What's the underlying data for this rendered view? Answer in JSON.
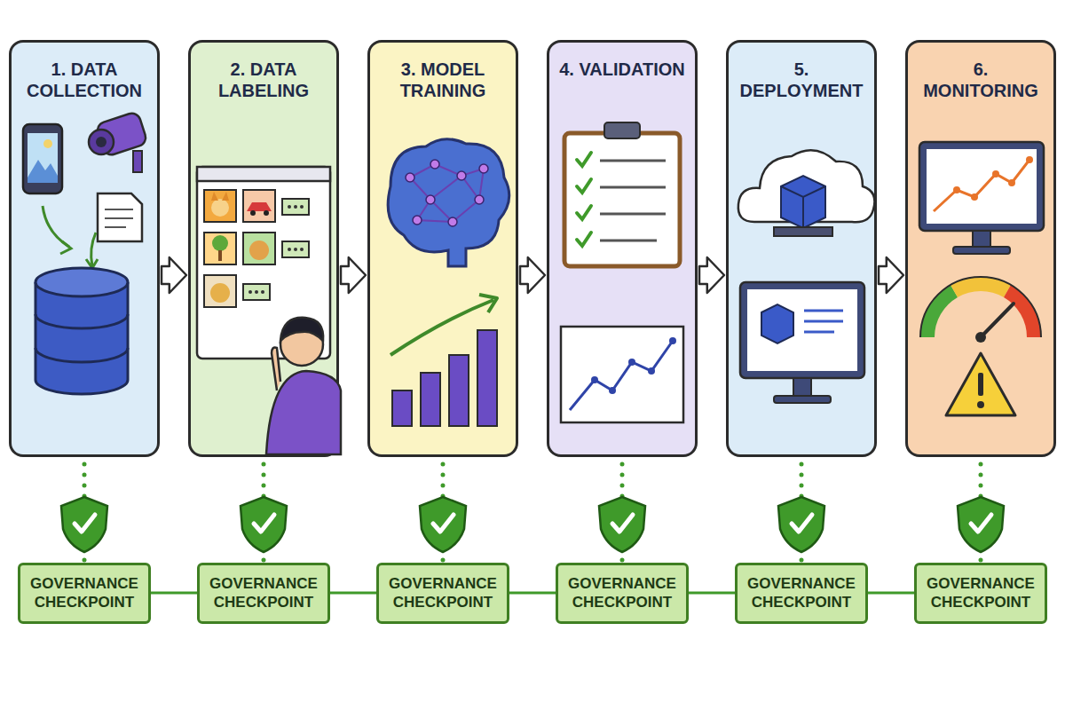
{
  "diagram": {
    "nodes": [
      {
        "text": [
          "1. DATA COLLECTION"
        ]
      },
      {
        "text": [
          "2. DATA LABELING"
        ]
      },
      {
        "text": [
          "3. MODEL TRAINING"
        ]
      },
      {
        "text": [
          "4. VALIDATION"
        ]
      },
      {
        "text": [
          "5. DEPLOYMENT"
        ]
      },
      {
        "text": [
          "6. MONITORING"
        ]
      },
      {
        "text": [
          "GOVERNANCE CHECKPOINT"
        ]
      },
      {
        "text": [
          "GOVERNANCE CHECKPOINT"
        ]
      },
      {
        "text": [
          "GOVERNANCE CHECKPOINT"
        ]
      },
      {
        "text": [
          "GOVERNANCE CHECKPOINT"
        ]
      },
      {
        "text": [
          "GOVERNANCE CHECKPOINT"
        ]
      },
      {
        "text": [
          "GOVERNANCE CHECKPOINT"
        ]
      }
    ],
    "edges": [
      {
        "from": 0,
        "to": 1,
        "arrow": "to"
      },
      {
        "from": 1,
        "to": 2,
        "arrow": "to"
      },
      {
        "from": 2,
        "to": 3,
        "arrow": "to"
      },
      {
        "from": 3,
        "to": 4,
        "arrow": "to"
      },
      {
        "from": 4,
        "to": 5,
        "arrow": "to"
      },
      {
        "from": 0,
        "to": 6,
        "arrow": "none"
      },
      {
        "from": 1,
        "to": 7,
        "arrow": "none"
      },
      {
        "from": 2,
        "to": 8,
        "arrow": "none"
      },
      {
        "from": 3,
        "to": 9,
        "arrow": "none"
      },
      {
        "from": 4,
        "to": 10,
        "arrow": "none"
      },
      {
        "from": 5,
        "to": 11,
        "arrow": "none"
      },
      {
        "from": 6,
        "to": 7,
        "arrow": "none"
      },
      {
        "from": 7,
        "to": 8,
        "arrow": "none"
      },
      {
        "from": 8,
        "to": 9,
        "arrow": "none"
      },
      {
        "from": 9,
        "to": 10,
        "arrow": "none"
      },
      {
        "from": 10,
        "to": 11,
        "arrow": "none"
      }
    ]
  }
}
